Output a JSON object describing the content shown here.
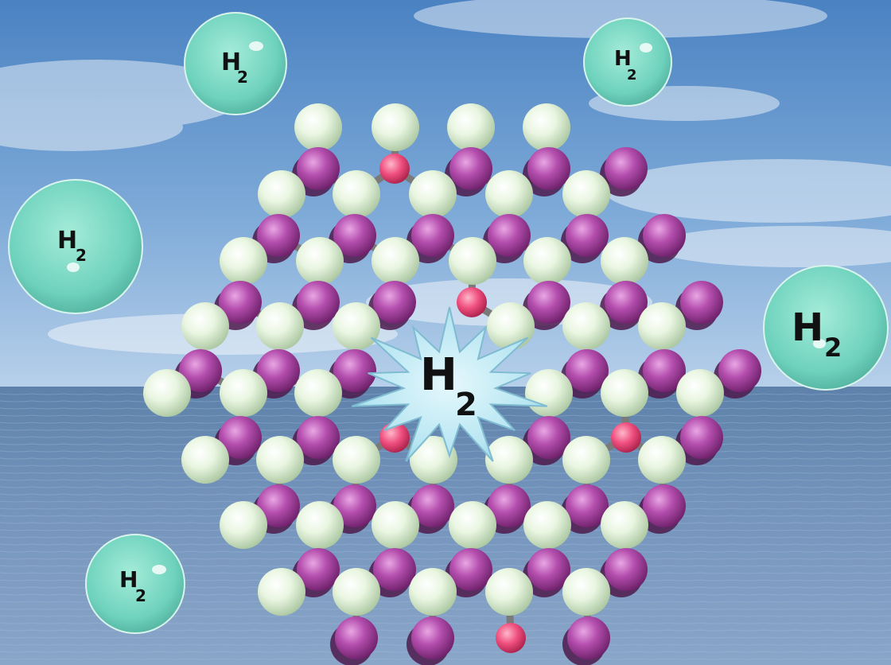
{
  "scene": {
    "description_colors": {
      "sky_top": "#4f86c3",
      "sky_bottom": "#a9c8e6",
      "sea_top": "#6d8fb5",
      "sea_bottom": "#7f9cc0",
      "light_atom": "#e8f5df",
      "dark_atom": "#b44fb0",
      "small_atom": "#f0507f",
      "bond": "#8a8a8a",
      "h2_bubble": "#6fd6c0",
      "star": "#bdeaf4"
    },
    "bubbles": [
      {
        "id": "bubble-top-left",
        "label": "H",
        "subscript": "2"
      },
      {
        "id": "bubble-top-right",
        "label": "H",
        "subscript": "2"
      },
      {
        "id": "bubble-left",
        "label": "H",
        "subscript": "2"
      },
      {
        "id": "bubble-right",
        "label": "H",
        "subscript": "2"
      },
      {
        "id": "bubble-bottom-left",
        "label": "H",
        "subscript": "2"
      }
    ],
    "center_star": {
      "label": "H",
      "subscript": "2"
    }
  }
}
